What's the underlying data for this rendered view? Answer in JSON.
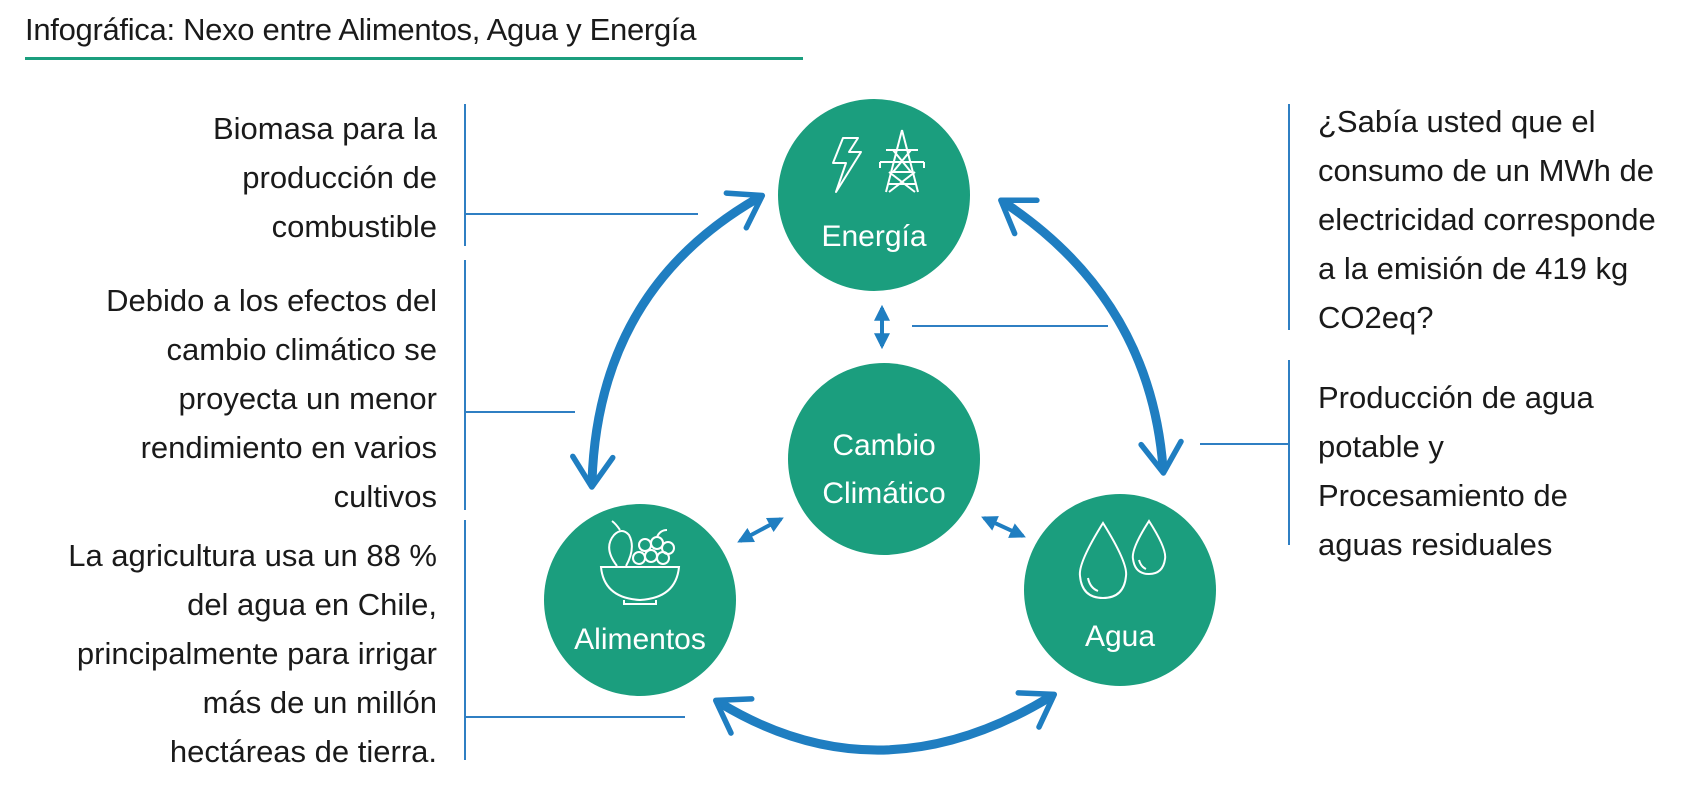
{
  "title": "Infográfica: Nexo entre Alimentos, Agua y Energía",
  "colors": {
    "node_fill": "#1b9e7e",
    "arrow": "#1f7ec1",
    "connector": "#2f7fc3",
    "title_underline": "#1b9e7e",
    "text": "#1a1a1a"
  },
  "nodes": {
    "energia": {
      "label": "Energía",
      "icons": [
        "lightning-icon",
        "power-tower-icon"
      ]
    },
    "alimentos": {
      "label": "Alimentos",
      "icons": [
        "fruit-bowl-icon"
      ]
    },
    "agua": {
      "label": "Agua",
      "icons": [
        "water-drops-icon"
      ]
    },
    "cambio": {
      "label_line1": "Cambio",
      "label_line2": "Climático"
    }
  },
  "notes": {
    "biomasa": [
      "Biomasa para la",
      "producción de",
      "combustible"
    ],
    "clima": [
      "Debido a los efectos del",
      "cambio climático se",
      "proyecta un menor",
      "rendimiento en varios",
      "cultivos"
    ],
    "agricultura": [
      "La agricultura usa un 88 %",
      "del agua en Chile,",
      "principalmente para irrigar",
      "más de un millón",
      "hectáreas de tierra."
    ],
    "mwh": [
      "¿Sabía usted que el",
      "consumo de un MWh de",
      "electricidad corresponde",
      "a la emisión de 419 kg",
      "CO2eq?"
    ],
    "potable": [
      "Producción de agua",
      "potable y",
      "Procesamiento de",
      "aguas residuales"
    ]
  }
}
